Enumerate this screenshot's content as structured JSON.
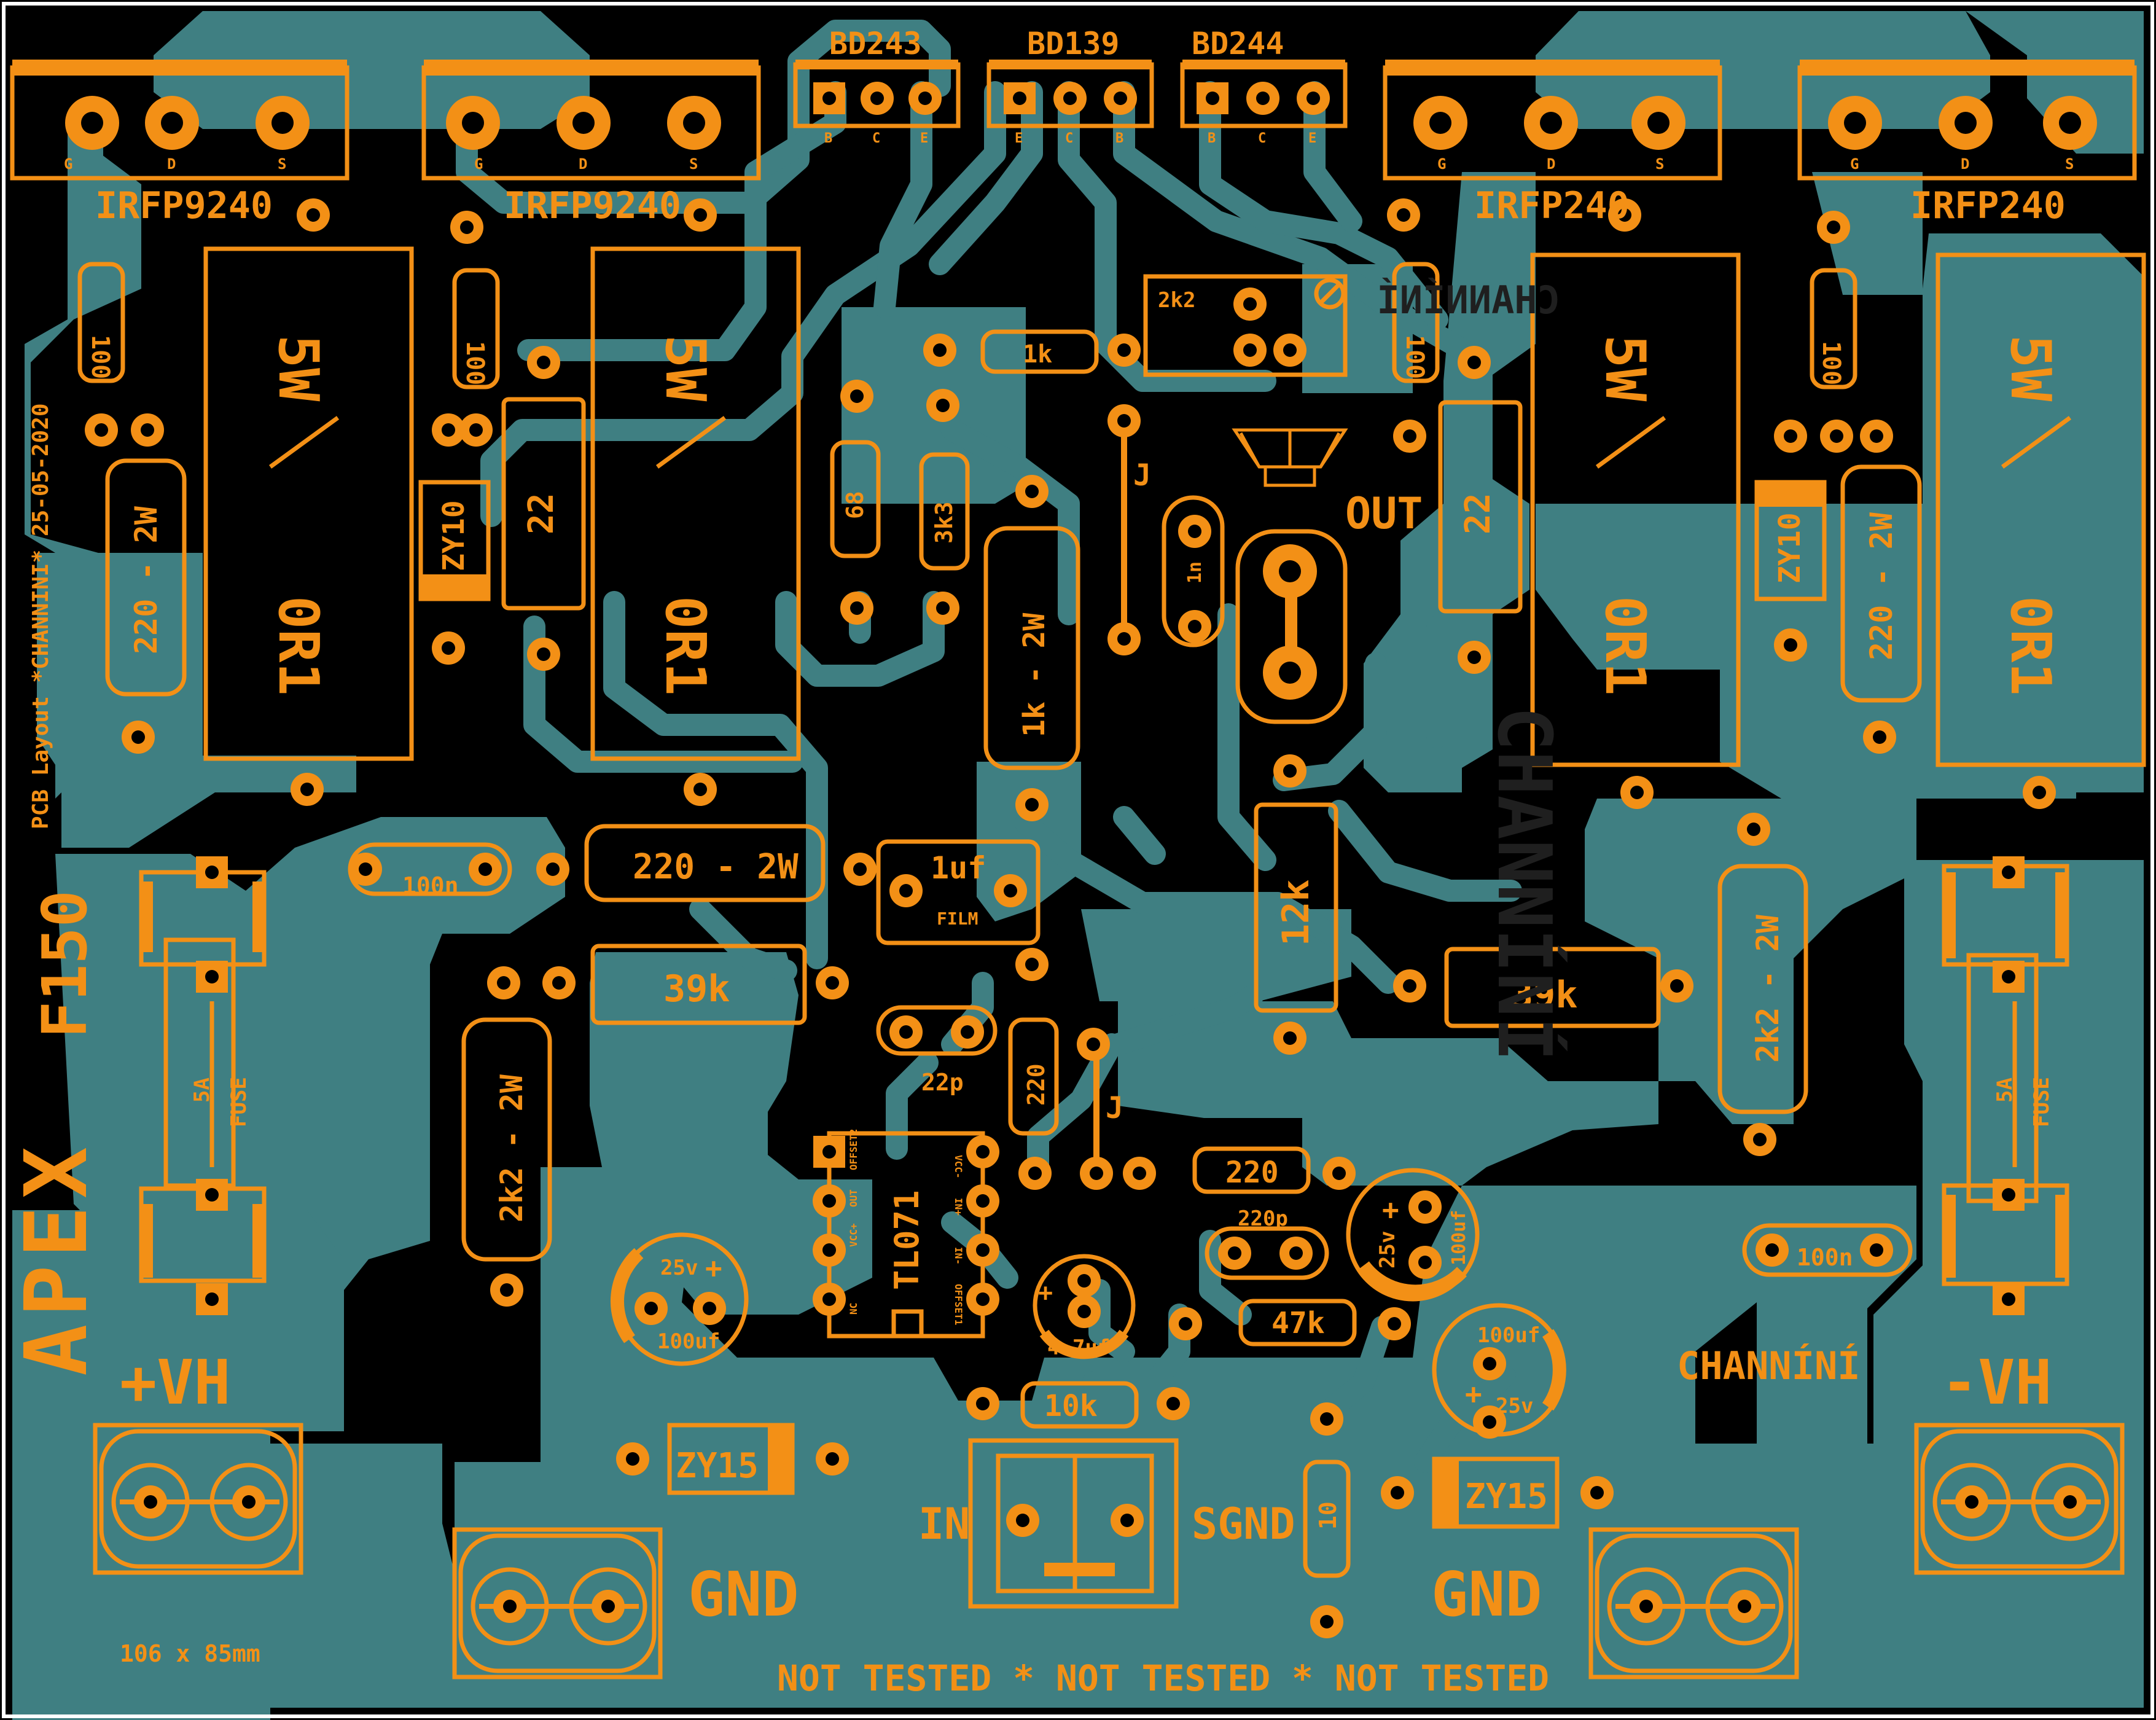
{
  "colors": {
    "background": "#000000",
    "copper": "#3f7f82",
    "silk": "#f39016",
    "border": "#ffffff",
    "dark_silk": "#1f1f1f"
  },
  "labels": {
    "q1_name": "IRFP9240",
    "q2_name": "IRFP9240",
    "q3_name": "IRFP240",
    "q4_name": "IRFP240",
    "pin_g": "G",
    "pin_d": "D",
    "pin_s": "S",
    "bd243": "BD243",
    "bd139": "BD139",
    "bd244": "BD244",
    "pin_b": "B",
    "pin_c": "C",
    "pin_e": "E",
    "r_100": "100",
    "r_5w": "5W",
    "r_0r1": "0R1",
    "r_220_2w": "220 - 2W",
    "zener_zy10": "ZY10",
    "r_22": "22",
    "r_1k": "1k",
    "pot_2k2": "2k2",
    "r_68": "68",
    "r_3k3": "3k3",
    "r_1k_2w": "1k - 2W",
    "jumper_j": "J",
    "c_1n": "1n",
    "out": "OUT",
    "c_100n": "100n",
    "c_1uf": "1uf",
    "film": "FILM",
    "r_39k": "39k",
    "r_12k": "12k",
    "r_2k2_2w": "2k2 - 2W",
    "c_22p": "22p",
    "r_220": "220",
    "ic_tl071": "TL071",
    "ic_offset2": "OFFSET2",
    "ic_vccp": "VCC+",
    "ic_out": "OUT",
    "ic_inp": "IN+",
    "ic_inn": "IN-",
    "ic_vccn": "VCC-",
    "ic_nc": "NC",
    "ic_offset1": "OFFSET1",
    "c_220p": "220p",
    "c_25v": "25v",
    "c_100uf": "100uf",
    "plus": "+",
    "c_4_7uf": "4.7uf",
    "r_47k": "47k",
    "r_10k": "10k",
    "r_10": "10",
    "zener_zy15": "ZY15",
    "in": "IN",
    "sgnd": "SGND",
    "gnd": "GND",
    "fuse": "FUSE",
    "fuse_rating": "5A",
    "vh_pos": "+VH",
    "vh_neg": "-VH",
    "f150": "F150",
    "apex": "APEX",
    "channini": "CHANNÍNÍ",
    "pcb_layout": "PCB Layout *CHANNINI* 25-05-2020",
    "size": "106 x 85mm",
    "not_tested": "NOT TESTED * NOT TESTED * NOT TESTED"
  }
}
